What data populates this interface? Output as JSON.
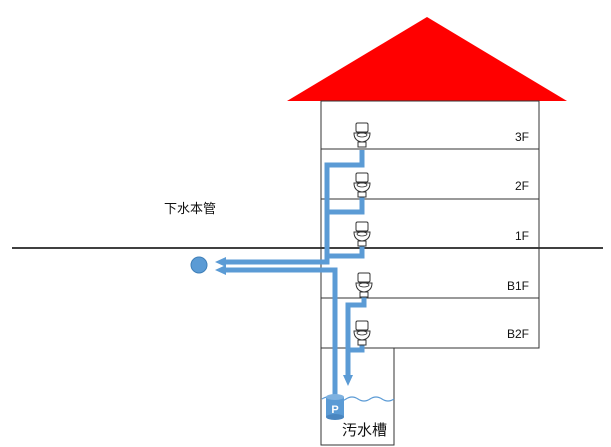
{
  "colors": {
    "roof": "#ff0000",
    "pipe": "#5b9bd5",
    "line": "#000000",
    "tank_water": "#5b9bd5"
  },
  "floors": [
    {
      "label": "3F"
    },
    {
      "label": "2F"
    },
    {
      "label": "1F"
    },
    {
      "label": "B1F"
    },
    {
      "label": "B2F"
    }
  ],
  "labels": {
    "sewer_main": "下水本管",
    "sewage_tank": "汚水槽",
    "pump": "P"
  },
  "icons": {
    "toilet": "toilet-icon",
    "pump": "pump-icon",
    "manhole": "sewer-main-pipe-icon"
  }
}
